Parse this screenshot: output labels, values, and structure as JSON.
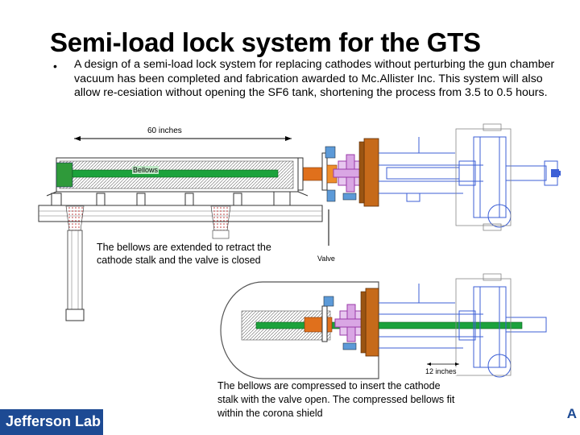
{
  "slide": {
    "title": "Semi-load lock system for the GTS",
    "bullet_marker": "•",
    "bullet_text": "A design of a semi-load lock system for replacing cathodes without perturbing the gun chamber vacuum has been completed and fabrication awarded to Mc.Allister Inc. This system will also allow re-cesiation without opening the SF6 tank, shortening the process from 3.5 to 0.5 hours."
  },
  "diagram": {
    "length_label": "60 inches",
    "bellows_label": "Bellows",
    "valve_label": "Valve",
    "shield_length_label": "12 inches",
    "caption_extended": "The bellows are extended to retract the cathode stalk and the valve is closed",
    "caption_compressed": "The bellows are compressed to insert the cathode stalk with the valve open. The compressed bellows fit within the corona shield"
  },
  "footer": {
    "logo_text": "Jefferson Lab",
    "corner_text": "A"
  },
  "colors": {
    "logo_blue": "#1d4a93",
    "stalk_green": "#1ca23c",
    "bellows_orange": "#e0701c",
    "flange_purple": "#9a3aa8",
    "chamber_blue": "#3c5fd6"
  }
}
